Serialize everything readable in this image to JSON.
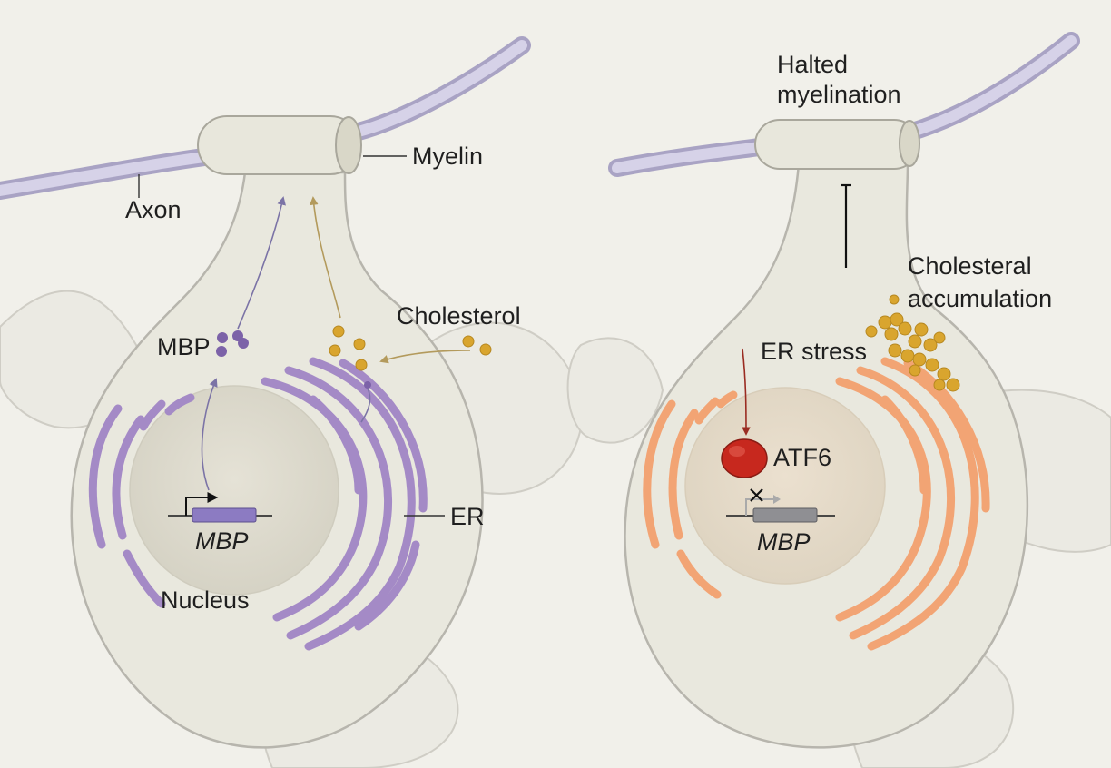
{
  "colors": {
    "background": "#f1f0ea",
    "cell_fill": "#e9e8de",
    "cell_outline": "#b7b5ad",
    "nucleus": "#dcd9cc",
    "axon": "#cfcbe0",
    "myelin": "#e8e7dc",
    "er_healthy": "#a48ac6",
    "mbp_protein": "#7c62a8",
    "cholesterol": "#d9a52e",
    "er_stressed": "#f2a474",
    "atf6": "#c7281e",
    "gene_healthy": "#8c7bc2",
    "gene_blocked": "#8f8f93"
  },
  "left_panel": {
    "labels": {
      "axon": "Axon",
      "myelin": "Myelin",
      "cholesterol": "Cholesterol",
      "mbp_protein": "MBP",
      "er": "ER",
      "mbp_gene": "MBP",
      "nucleus": "Nucleus"
    }
  },
  "right_panel": {
    "labels": {
      "halted_line1": "Halted",
      "halted_line2": "myelination",
      "cholesterol_line1": "Cholesteral",
      "cholesterol_line2": "accumulation",
      "er_stress": "ER stress",
      "atf6": "ATF6",
      "mbp_gene": "MBP"
    }
  }
}
